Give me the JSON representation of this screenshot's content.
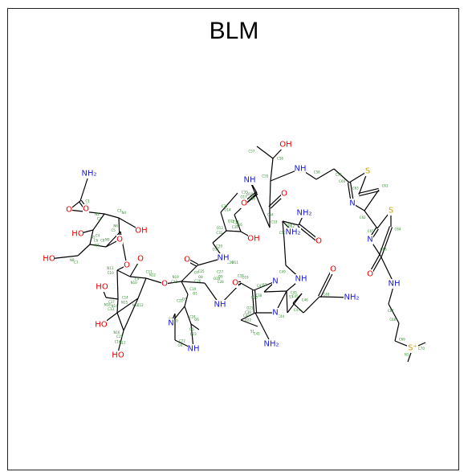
{
  "title": "BLM",
  "colors": {
    "carbon": "#000000",
    "oxygen": "#e00000",
    "nitrogen": "#2020d0",
    "sulfur": "#c8a000",
    "label": "#2e8b2e"
  },
  "atoms": [
    {
      "id": "o1",
      "t": "O",
      "c": "O"
    },
    {
      "id": "o2",
      "t": "O",
      "c": "O"
    },
    {
      "id": "nh2a",
      "t": "NH₂",
      "c": "N"
    },
    {
      "id": "ho1",
      "t": "HO",
      "c": "O"
    },
    {
      "id": "oh1",
      "t": "OH",
      "c": "O"
    },
    {
      "id": "o3",
      "t": "O",
      "c": "O"
    },
    {
      "id": "ho2",
      "t": "HO",
      "c": "O"
    },
    {
      "id": "o4",
      "t": "O",
      "c": "O"
    },
    {
      "id": "o5",
      "t": "O",
      "c": "O"
    },
    {
      "id": "ho3",
      "t": "HO",
      "c": "O"
    },
    {
      "id": "o6",
      "t": "O",
      "c": "O"
    },
    {
      "id": "ho4",
      "t": "HO",
      "c": "O"
    },
    {
      "id": "ho5",
      "t": "HO",
      "c": "O"
    },
    {
      "id": "n_im1",
      "t": "N",
      "c": "N"
    },
    {
      "id": "nh_im",
      "t": "NH",
      "c": "N"
    },
    {
      "id": "o7",
      "t": "O",
      "c": "O"
    },
    {
      "id": "nh1",
      "t": "NH",
      "c": "N"
    },
    {
      "id": "o8",
      "t": "O",
      "c": "O"
    },
    {
      "id": "nh2",
      "t": "NH",
      "c": "N"
    },
    {
      "id": "oh2",
      "t": "OH",
      "c": "O"
    },
    {
      "id": "o9",
      "t": "O",
      "c": "O"
    },
    {
      "id": "nh3",
      "t": "NH",
      "c": "N"
    },
    {
      "id": "n_pyr1",
      "t": "N",
      "c": "N"
    },
    {
      "id": "n_pyr2",
      "t": "N",
      "c": "N"
    },
    {
      "id": "nh2b",
      "t": "NH₂",
      "c": "N"
    },
    {
      "id": "nh2c",
      "t": "NH₂",
      "c": "N"
    },
    {
      "id": "nh4",
      "t": "NH",
      "c": "N"
    },
    {
      "id": "nh2d",
      "t": "NH₂",
      "c": "N"
    },
    {
      "id": "o10",
      "t": "O",
      "c": "O"
    },
    {
      "id": "o11",
      "t": "O",
      "c": "O"
    },
    {
      "id": "nh2e",
      "t": "NH₂",
      "c": "N"
    },
    {
      "id": "oh3",
      "t": "OH",
      "c": "O"
    },
    {
      "id": "o12",
      "t": "O",
      "c": "O"
    },
    {
      "id": "nh5",
      "t": "NH",
      "c": "N"
    },
    {
      "id": "n_tz1",
      "t": "N",
      "c": "N"
    },
    {
      "id": "s1",
      "t": "S",
      "c": "S"
    },
    {
      "id": "n_tz2",
      "t": "N",
      "c": "N"
    },
    {
      "id": "s2",
      "t": "S",
      "c": "S"
    },
    {
      "id": "o13",
      "t": "O",
      "c": "O"
    },
    {
      "id": "nh6",
      "t": "NH",
      "c": "N"
    },
    {
      "id": "s3",
      "t": "S⁺",
      "c": "S"
    }
  ],
  "atom_labels": [
    "C1",
    "C2",
    "C3",
    "C4",
    "C5",
    "C6",
    "C7",
    "C8",
    "C9",
    "C10",
    "C11",
    "C12",
    "C13",
    "C14",
    "C15",
    "C16",
    "C17",
    "C18",
    "C19",
    "C20",
    "C21",
    "C22",
    "C23",
    "C24",
    "C25",
    "C26",
    "C27",
    "C28",
    "C29",
    "C30",
    "C31",
    "C32",
    "C33",
    "C34",
    "C35",
    "C36",
    "C37",
    "C38",
    "C39",
    "C40",
    "C41",
    "C42",
    "C43",
    "C44",
    "C45",
    "C46",
    "C47",
    "C48",
    "C49",
    "C50",
    "C51",
    "C52",
    "C53",
    "C54",
    "C55",
    "C56",
    "C57",
    "C58",
    "C59",
    "C60",
    "C61",
    "C62",
    "C63",
    "C64",
    "C65",
    "C66",
    "C67",
    "C68",
    "C69",
    "C70",
    "N1",
    "N2",
    "N3",
    "N4",
    "N5",
    "N6",
    "N7",
    "N8",
    "N9",
    "N10",
    "N11",
    "N12",
    "N13",
    "N14",
    "N15",
    "N16",
    "N17",
    "N18",
    "N19",
    "O1",
    "O2",
    "O3",
    "O4",
    "O5",
    "O6",
    "O7",
    "O8",
    "O9",
    "O10",
    "O11",
    "O12",
    "O13",
    "O14",
    "O15",
    "O16",
    "O17",
    "O18",
    "O19",
    "O20",
    "O21",
    "O22",
    "S1",
    "S2",
    "S3"
  ]
}
